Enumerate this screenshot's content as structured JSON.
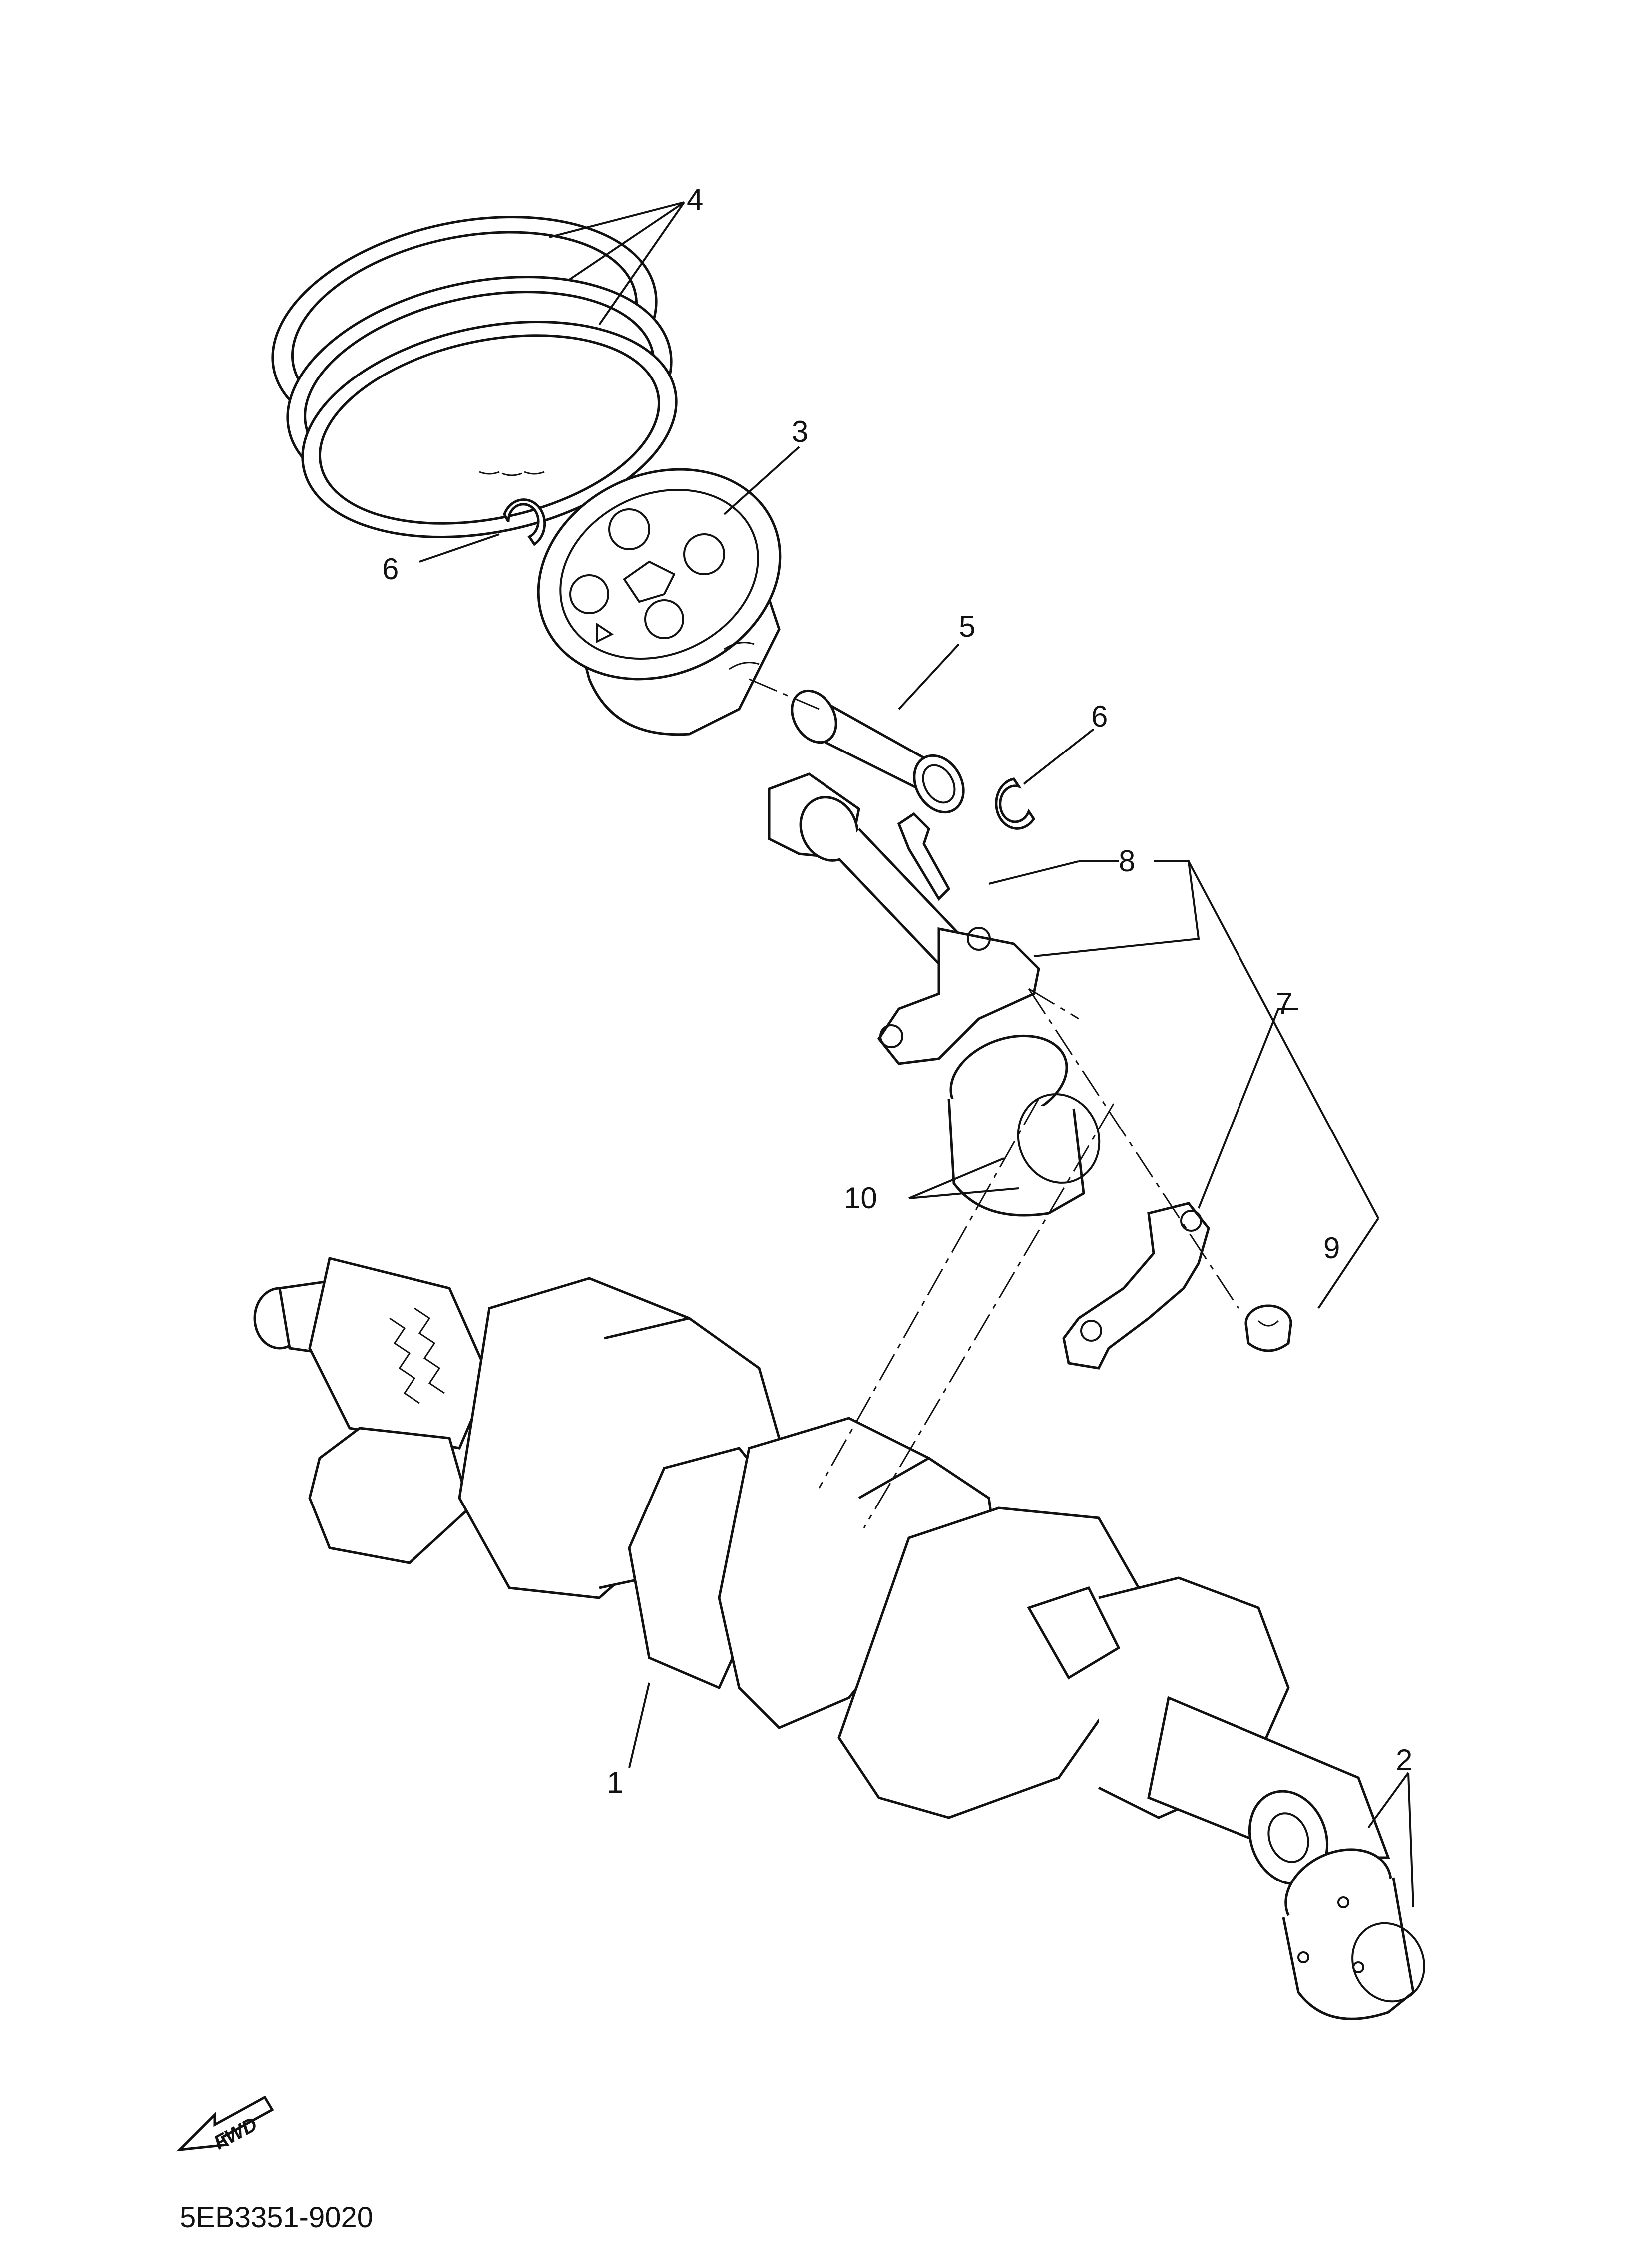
{
  "labels": {
    "p1": "1",
    "p2": "2",
    "p3": "3",
    "p4": "4",
    "p5": "5",
    "p6a": "6",
    "p6b": "6",
    "p7": "7",
    "p8": "8",
    "p9": "9",
    "p10": "10"
  },
  "fwd_label": "FWD",
  "diagram_code": "5EB3351-9020",
  "colors": {
    "line": "#111111",
    "background": "#ffffff"
  }
}
